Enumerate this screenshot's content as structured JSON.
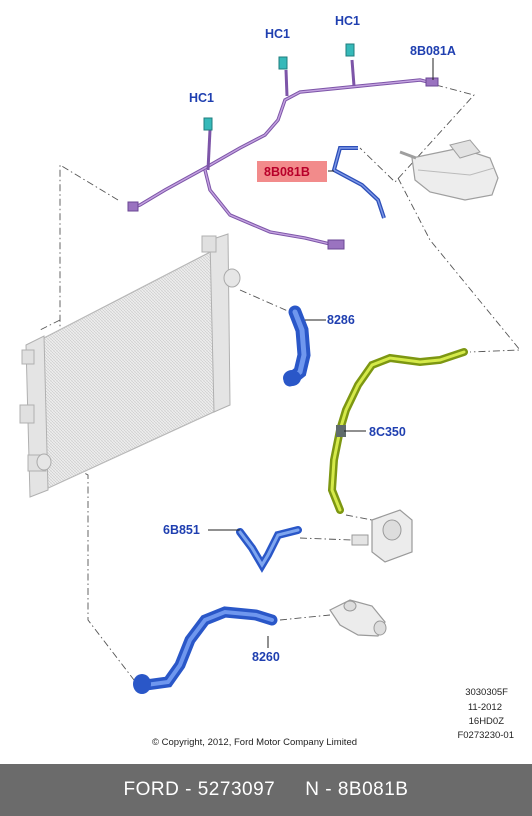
{
  "labels": {
    "hc1_top_left": "HC1",
    "hc1_top_right": "HC1",
    "part_8b081a": "8B081A",
    "hc1_left": "HC1",
    "part_8b081b": "8B081B",
    "part_8286": "8286",
    "part_8c350": "8C350",
    "part_6b851": "6B851",
    "part_8260": "8260"
  },
  "meta": {
    "line1": "3030305F",
    "line2": "11-2012",
    "line3": "16HD0Z",
    "line4": "F0273230-01"
  },
  "copyright": "© Copyright, 2012, Ford Motor Company Limited",
  "footer": {
    "part_ref": "FORD - 5273097",
    "part_number": "N - 8B081B"
  },
  "colors": {
    "highlight_box": "#f28b8b",
    "label_blue": "#1f3fb0",
    "hose_blue": "#3f78e0",
    "hose_green": "#b5d11e",
    "hose_purple": "#a27ac4",
    "footer_bg": "#6b6b6b"
  }
}
